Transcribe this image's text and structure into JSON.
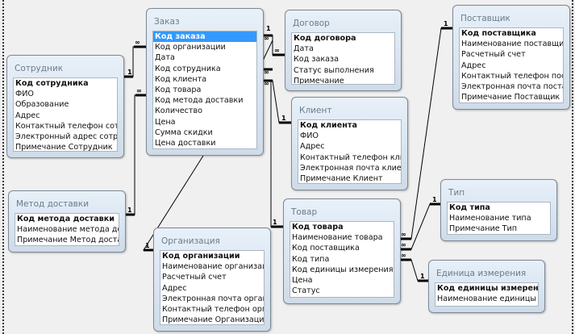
{
  "diagram": {
    "type": "relationship-schema",
    "tables": {
      "employee": {
        "title": "Сотрудник",
        "fields": [
          "Код сотрудника",
          "ФИО",
          "Образование",
          "Адрес",
          "Контактный телефон сотру,",
          "Электронный адрес сотрудн",
          "Примечание Сотрудник"
        ]
      },
      "order": {
        "title": "Заказ",
        "fields": [
          "Код заказа",
          "Код организации",
          "Дата",
          "Код сотрудника",
          "Код клиента",
          "Код товара",
          "Код метода доставки",
          "Количество",
          "Цена",
          "Сумма скидки",
          "Цена доставки"
        ],
        "selected_field": "Код заказа"
      },
      "contract": {
        "title": "Договор",
        "fields": [
          "Код договора",
          "Дата",
          "Код заказа",
          "Статус выполнения",
          "Примечание"
        ]
      },
      "client": {
        "title": "Клиент",
        "fields": [
          "Код клиента",
          "ФИО",
          "Адрес",
          "Контактный телефон клиен",
          "Электронная почта клиента",
          "Примечание Клиент"
        ]
      },
      "supplier": {
        "title": "Поставщик",
        "fields": [
          "Код поставщика",
          "Наименование поставщика",
          "Расчетный счет",
          "Адрес",
          "Контактный телефон поста",
          "Электронная почта поставщ",
          "Примечание Поставщик"
        ]
      },
      "delivery": {
        "title": "Метод доставки",
        "fields": [
          "Код метода доставки",
          "Наименование метода доста",
          "Примечание Метод доставк"
        ]
      },
      "organization": {
        "title": "Организация",
        "fields": [
          "Код организации",
          "Наименование организации",
          "Расчетный счет",
          "Адрес",
          "Электронная почта организ",
          "Контактный телефон органи",
          "Примечание Организация"
        ]
      },
      "product": {
        "title": "Товар",
        "fields": [
          "Код товара",
          "Наименование товара",
          "Код поставщика",
          "Код типа",
          "Код единицы измерения",
          "Цена",
          "Статус"
        ]
      },
      "type": {
        "title": "Тип",
        "fields": [
          "Код типа",
          "Наименование типа",
          "Примечание Тип"
        ]
      },
      "unit": {
        "title": "Единица измерения",
        "fields": [
          "Код единицы измерения",
          "Наименование единицы изме"
        ]
      }
    },
    "relationships": [
      {
        "from": "Сотрудник",
        "to": "Заказ",
        "one": "1",
        "many": "∞"
      },
      {
        "from": "Метод доставки",
        "to": "Заказ",
        "one": "1",
        "many": "∞"
      },
      {
        "from": "Организация",
        "to": "Заказ",
        "one": "1",
        "many": "∞"
      },
      {
        "from": "Заказ",
        "to": "Договор",
        "one": "1",
        "many": "∞"
      },
      {
        "from": "Клиент",
        "to": "Заказ",
        "one": "1",
        "many": "∞"
      },
      {
        "from": "Товар",
        "to": "Заказ",
        "one": "1",
        "many": "∞"
      },
      {
        "from": "Поставщик",
        "to": "Товар",
        "one": "1",
        "many": "∞"
      },
      {
        "from": "Тип",
        "to": "Товар",
        "one": "1",
        "many": "∞"
      },
      {
        "from": "Единица измерения",
        "to": "Товар",
        "one": "1",
        "many": "∞"
      }
    ],
    "one_label": "1",
    "many_label": "∞"
  }
}
